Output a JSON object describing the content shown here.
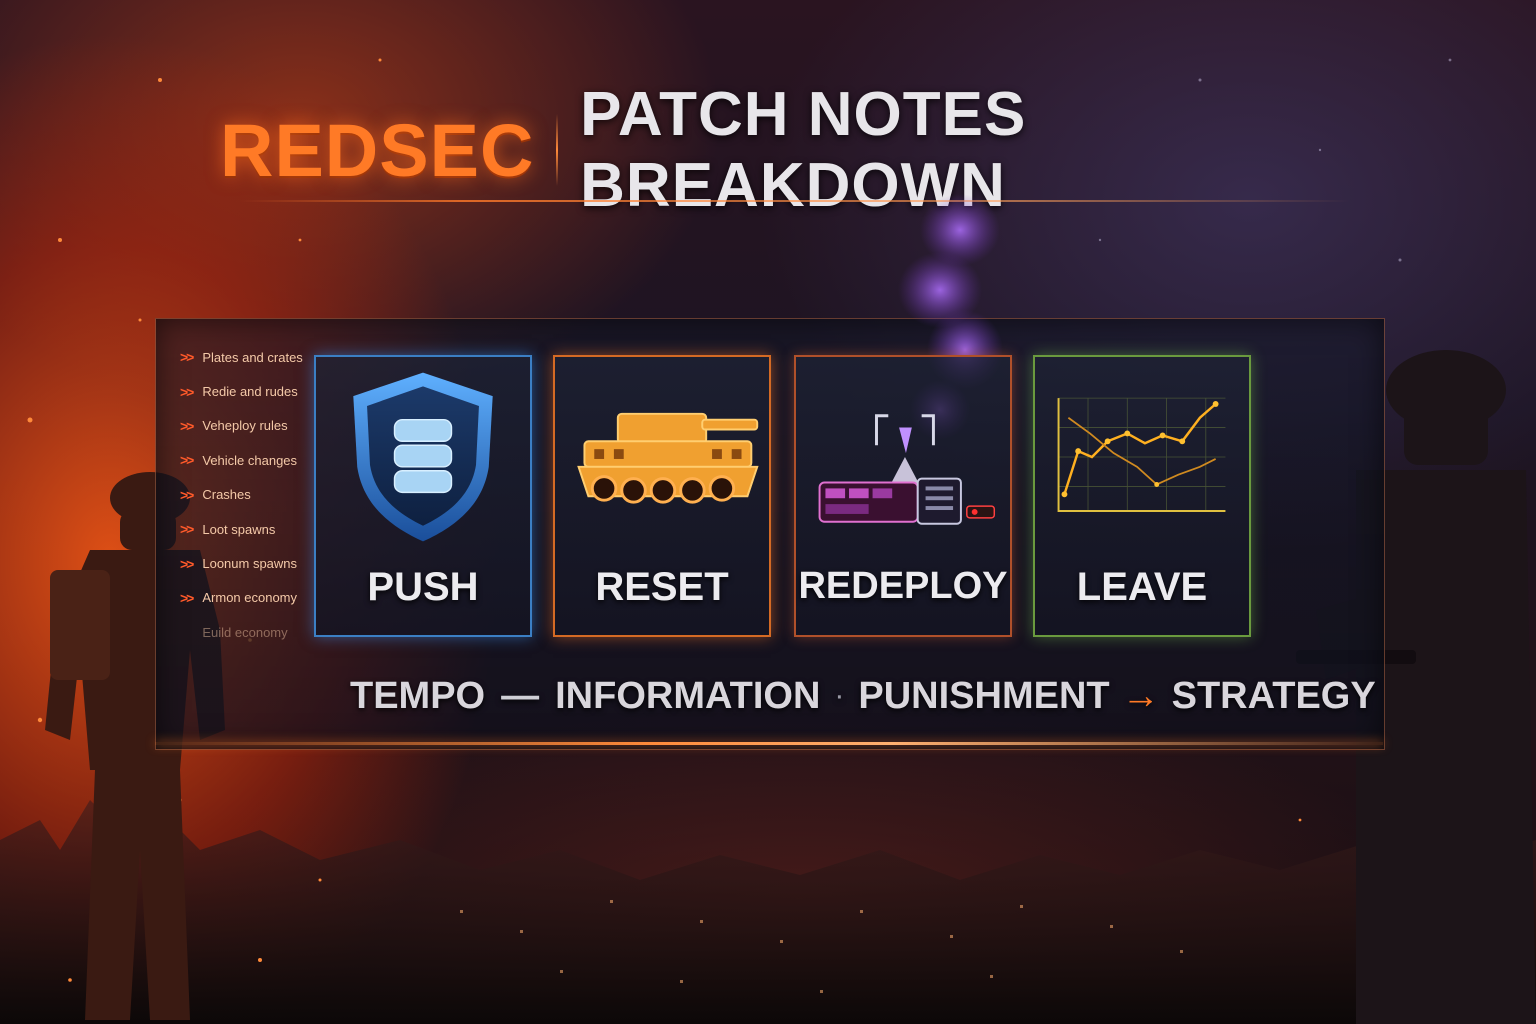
{
  "header": {
    "brand": "REDSEC",
    "title": "PATCH NOTES BREAKDOWN"
  },
  "patch_notes": [
    {
      "label": "Plates and crates",
      "faded": false
    },
    {
      "label": "Redie and rudes",
      "faded": false
    },
    {
      "label": "Veheploy rules",
      "faded": false
    },
    {
      "label": "Vehicle changes",
      "faded": false
    },
    {
      "label": "Crashes",
      "faded": false
    },
    {
      "label": "Loot spawns",
      "faded": false
    },
    {
      "label": "Loonum spawns",
      "faded": false
    },
    {
      "label": "Armon economy",
      "faded": false
    },
    {
      "label": "Euild economy",
      "faded": true
    }
  ],
  "cards": {
    "push": {
      "label": "PUSH",
      "icon": "shield-stack-icon",
      "accent": "#3b7fc4"
    },
    "reset": {
      "label": "RESET",
      "icon": "tank-icon",
      "accent": "#d46a24"
    },
    "redeploy": {
      "label": "REDEPLOY",
      "icon": "redeploy-station-icon",
      "accent": "#b0502a"
    },
    "leave": {
      "label": "LEAVE",
      "icon": "line-graph-icon",
      "accent": "#6a9a3e"
    }
  },
  "tagline": {
    "word1": "TEMPO",
    "sep1": "—",
    "word2": "INFORMATION",
    "sep2": "·",
    "word3": "PUNISHMENT",
    "arrow": "→",
    "word4": "STRATEGY"
  },
  "colors": {
    "brand": "#ff7a26",
    "title_text": "#e8e6ea",
    "chevron": "#ff5a2a"
  }
}
